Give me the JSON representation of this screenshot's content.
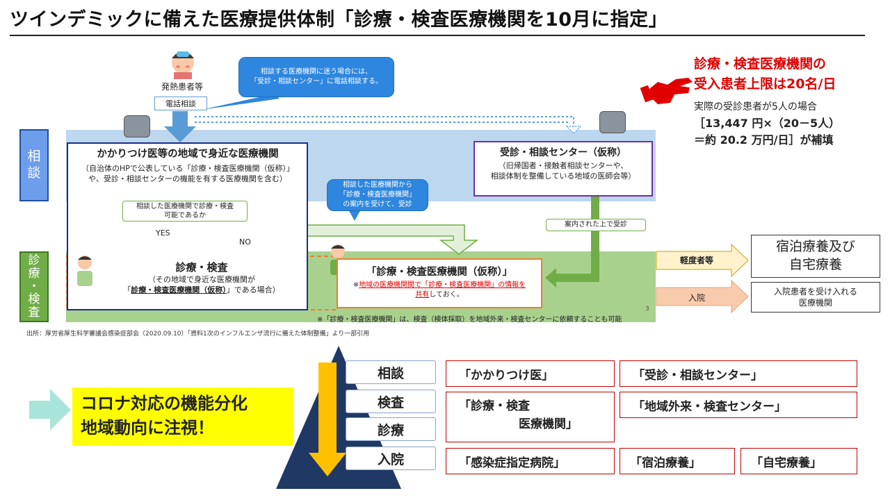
{
  "title": "ツインデミックに備えた医療提供体制「診療・検査医療機関を10月に指定」",
  "patient_label": "発熱患者等",
  "phone_consult": "電話相談",
  "callout_top": [
    "相談する医療機関に迷う場合には、",
    "「受診・相談センター」に電話相談する。"
  ],
  "side_labels": {
    "consult": "相\n談",
    "exam": "診\n療\n・\n検\n査"
  },
  "family_box": {
    "title": "かかりつけ医等の地域で身近な医療機関",
    "line1": "（自治体のHPで公表している「診療・検査医療機関（仮称）」",
    "line2": "や、受診・相談センターの機能を有する医療機関を含む）"
  },
  "question_pill": [
    "相談した医療機関で診療・検査",
    "可能であるか"
  ],
  "yes_label": "YES",
  "no_label": "NO",
  "center_box": {
    "title": "受診・相談センター（仮称）",
    "line1": "（旧帰国者・接触者相談センターや、",
    "line2": "相談体制を整備している地域の医師会等）"
  },
  "callout_mid": [
    "相談した医療機関から",
    "「診療・検査医療機関」",
    "の案内を受けて、受診"
  ],
  "guided_pill": "案内された上で受診",
  "exam_box": {
    "title": "診療・検査",
    "line1": "（その地域で身近な医療機関が",
    "line2_a": "「",
    "line2_u": "診療・検査医療機関（仮称）",
    "line2_b": "」である場合）"
  },
  "desig_box": {
    "title": "「診療・検査医療機関（仮称）」",
    "note_a": "※",
    "note_u1": "地域の医療機関間で「診療・検査医療機関」の情報を",
    "note_u2": "共有",
    "note_b": "しておく。"
  },
  "bottom_note": "※「診療・検査医療機関」は、検査（検体採取）を地域外来・検査センターに依頼することも可能",
  "page_no": "3",
  "source": "出所：厚労省厚生科学審議会感染症部会（2020.09.10）「資料1次のインフルエンザ流行に備えた体制整備」より一部引用",
  "mild_label": "軽度者等",
  "hosp_label": "入院",
  "hotel_box": [
    "宿泊療養及び",
    "自宅療養"
  ],
  "inpatient_box": [
    "入院患者を受け入れる",
    "医療機関"
  ],
  "limit_head": [
    "診療・検査医療機関の",
    "受入患者上限は20名/日"
  ],
  "limit_body": [
    "実際の受診患者が5人の場合",
    "［13,447 円×（20－5人）",
    "＝約 20.2 万円/日］が補填"
  ],
  "conclusion": [
    "コロナ対応の機能分化",
    "地域動向に注視！"
  ],
  "stages": [
    "相談",
    "検査",
    "診療",
    "入院"
  ],
  "roles": {
    "r1": "「かかりつけ医」",
    "r2": "「受診・相談センター」",
    "r3a": "「診療・検査",
    "r3b": "医療機関」",
    "r4": "「地域外来・検査センター」",
    "r5": "「感染症指定病院」",
    "r6": "「宿泊療養」",
    "r7": "「自宅療養」"
  }
}
